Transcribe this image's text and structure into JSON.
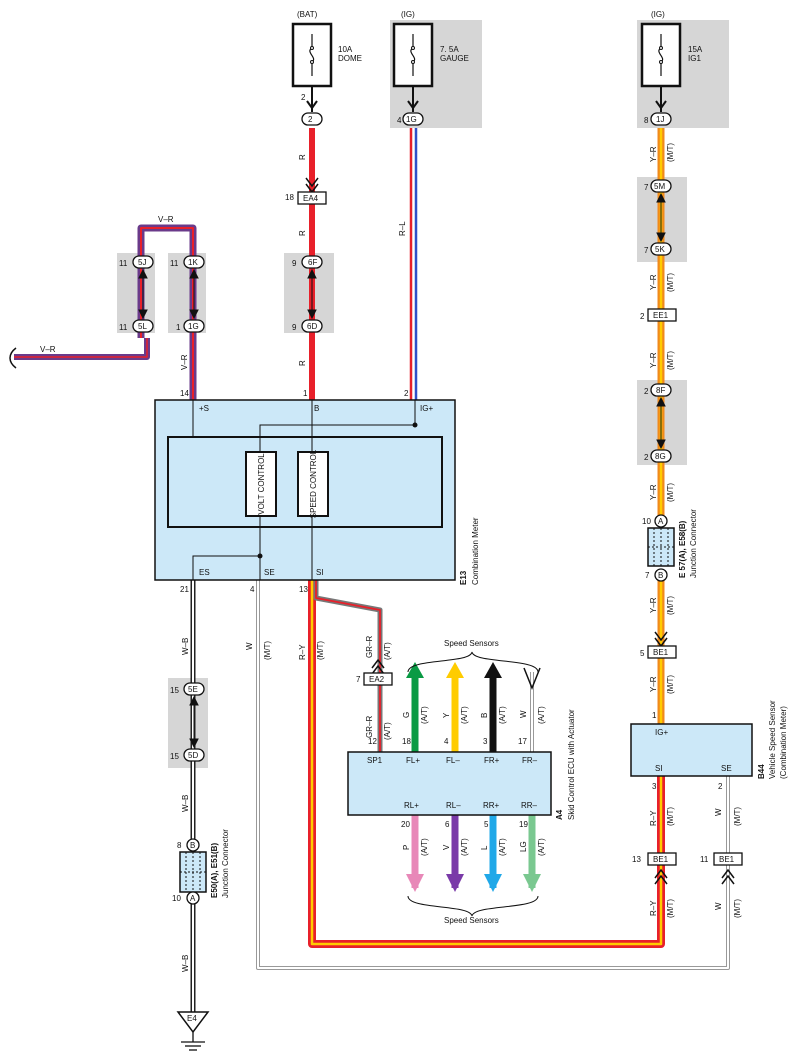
{
  "fuses": {
    "dome": {
      "source": "(BAT)",
      "rating": "10A",
      "name": "DOME",
      "pin": "2",
      "conn": "2"
    },
    "gauge": {
      "source": "(IG)",
      "rating": "7. 5A",
      "name": "GAUGE",
      "pin": "4",
      "conn": "1G"
    },
    "ig1": {
      "source": "(IG)",
      "rating": "15A",
      "name": "IG1",
      "pin": "8",
      "conn": "1J"
    }
  },
  "wires": {
    "r": "R",
    "rl": "R–L",
    "vr": "V–R",
    "yr": "Y–R",
    "mt": "(M/T)",
    "at": "(A/T)",
    "wb": "W–B",
    "w": "W",
    "ry": "R–Y",
    "grr": "GR–R",
    "g": "G",
    "y": "Y",
    "b": "B",
    "p": "P",
    "v": "V",
    "l": "L",
    "lg": "LG"
  },
  "connectors": {
    "ea4": {
      "pin": "18",
      "label": "EA4"
    },
    "c6f": {
      "pin": "9",
      "label": "6F"
    },
    "c6d": {
      "pin": "9",
      "label": "6D"
    },
    "c5j": {
      "pin": "11",
      "label": "5J"
    },
    "c5l": {
      "pin": "11",
      "label": "5L"
    },
    "c1k": {
      "pin": "11",
      "label": "1K"
    },
    "c1g": {
      "pin": "1",
      "label": "1G"
    },
    "c5m": {
      "pin": "7",
      "label": "5M"
    },
    "c5k": {
      "pin": "7",
      "label": "5K"
    },
    "ee1": {
      "pin": "2",
      "label": "EE1"
    },
    "c8f": {
      "pin": "2",
      "label": "8F"
    },
    "c8g": {
      "pin": "2",
      "label": "8G"
    },
    "be1a": {
      "pin": "5",
      "label": "BE1"
    },
    "c5e": {
      "pin": "15",
      "label": "5E"
    },
    "c5d": {
      "pin": "15",
      "label": "5D"
    },
    "ea2": {
      "pin": "7",
      "label": "EA2"
    },
    "be1b": {
      "pin": "13",
      "label": "BE1"
    },
    "be1c": {
      "pin": "11",
      "label": "BE1"
    },
    "e4": {
      "label": "E4"
    }
  },
  "meter": {
    "pins_top": {
      "s": "+S",
      "b": "B",
      "ig": "IG+",
      "p14": "14",
      "p1": "1",
      "p2": "2"
    },
    "pins_bottom": {
      "es": "ES",
      "se": "SE",
      "si": "SI",
      "p21": "21",
      "p4": "4",
      "p13": "13"
    },
    "volt": "VOLT CONTROL",
    "speed": "SPEED CONTROL",
    "id": "E13",
    "name": "Combination Meter"
  },
  "junction_right": {
    "id": "E 57(A), E58(B)",
    "name": "Junction Connector",
    "pa": "10",
    "pb": "7",
    "a": "A",
    "b": "B"
  },
  "junction_left": {
    "id": "E50(A), E51(B)",
    "name": "Junction Connector",
    "pa": "10",
    "pb": "8",
    "a": "A",
    "b": "B"
  },
  "ecu": {
    "id": "A4",
    "name": "Skid Control ECU with Actuator",
    "top_pins": [
      {
        "num": "12",
        "label": "SP1"
      },
      {
        "num": "18",
        "label": "FL+"
      },
      {
        "num": "4",
        "label": "FL–"
      },
      {
        "num": "3",
        "label": "FR+"
      },
      {
        "num": "17",
        "label": "FR–"
      }
    ],
    "bottom_pins": [
      {
        "num": "20",
        "label": "RL+"
      },
      {
        "num": "6",
        "label": "RL–"
      },
      {
        "num": "5",
        "label": "RR+"
      },
      {
        "num": "19",
        "label": "RR–"
      }
    ],
    "sensors_label": "Speed Sensors"
  },
  "vss": {
    "id": "B44",
    "name": "Vehicle Speed Sensor",
    "sub": "(Combination Meter)",
    "ig": "IG+",
    "si": "SI",
    "se": "SE",
    "p1": "1",
    "p3": "3",
    "p2": "2"
  },
  "colors": {
    "red": "#e8202a",
    "purple": "#6a3a8a",
    "blue": "#3050c8",
    "yellow": "#ffcc00",
    "orange": "#f08a1c",
    "green": "#0a9a44",
    "black": "#111111",
    "pink": "#e888b8",
    "violet": "#7a3aa8",
    "lblue": "#20a8e8",
    "lgreen": "#7ac890",
    "box": "#cce8f8",
    "gray": "#d8d8d8"
  }
}
